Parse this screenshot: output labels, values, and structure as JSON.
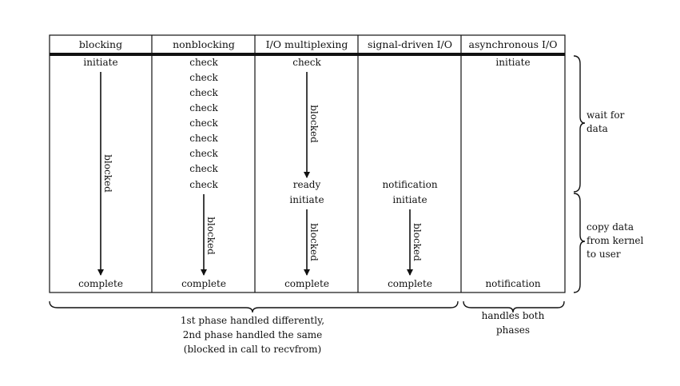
{
  "columns": [
    {
      "header": "blocking",
      "labels": [
        {
          "text": "initiate",
          "row": 0
        },
        {
          "text": "complete",
          "row": "bottom"
        }
      ],
      "blocked": [
        {
          "label": "blocked"
        }
      ]
    },
    {
      "header": "nonblocking",
      "labels": [
        {
          "text": "check",
          "row": 0
        },
        {
          "text": "check",
          "row": 1
        },
        {
          "text": "check",
          "row": 2
        },
        {
          "text": "check",
          "row": 3
        },
        {
          "text": "check",
          "row": 4
        },
        {
          "text": "check",
          "row": 5
        },
        {
          "text": "check",
          "row": 6
        },
        {
          "text": "check",
          "row": 7
        },
        {
          "text": "check",
          "row": 8
        },
        {
          "text": "complete",
          "row": "bottom"
        }
      ],
      "blocked": [
        {
          "label": "blocked"
        }
      ]
    },
    {
      "header": "I/O multiplexing",
      "labels": [
        {
          "text": "check",
          "row": 0
        },
        {
          "text": "ready",
          "row": 8
        },
        {
          "text": "initiate",
          "row": 9
        },
        {
          "text": "complete",
          "row": "bottom"
        }
      ],
      "blocked": [
        {
          "label": "blocked"
        },
        {
          "label": "blocked"
        }
      ]
    },
    {
      "header": "signal-driven I/O",
      "labels": [
        {
          "text": "notification",
          "row": 8
        },
        {
          "text": "initiate",
          "row": 9
        },
        {
          "text": "complete",
          "row": "bottom"
        }
      ],
      "blocked": [
        {
          "label": "blocked"
        }
      ]
    },
    {
      "header": "asynchronous I/O",
      "labels": [
        {
          "text": "initiate",
          "row": 0
        },
        {
          "text": "notification",
          "row": "bottom"
        }
      ],
      "blocked": []
    }
  ],
  "phases": [
    {
      "lines": [
        "wait for",
        "data"
      ]
    },
    {
      "lines": [
        "copy data",
        "from kernel",
        "to user"
      ]
    }
  ],
  "bottom_notes": {
    "left_line1": "1st phase handled differently,",
    "left_line2": "2nd phase handled the same",
    "left_line3_prefix": "(blocked in call to ",
    "left_line3_code": "recvfrom",
    "left_line3_suffix": ")",
    "right_line1": "handles both",
    "right_line2": "phases"
  }
}
